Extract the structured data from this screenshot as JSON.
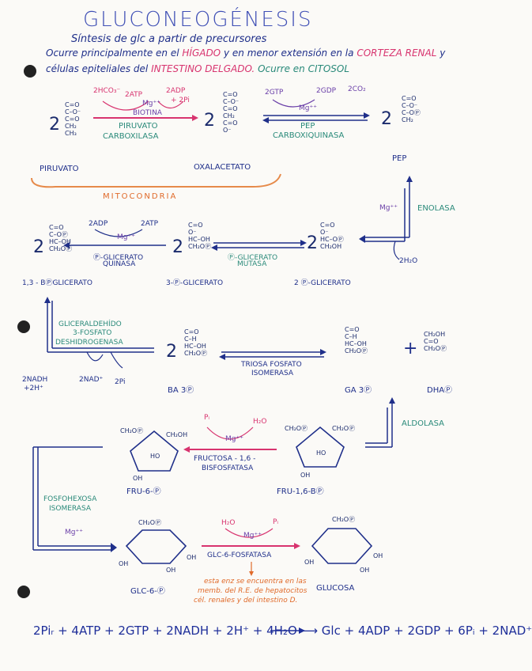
{
  "title": "GLUCONEOGÉNESIS",
  "subtitle": "Síntesis de glc a partir de precursores",
  "intro_line1_a": "Ocurre principalmente en el",
  "intro_line1_b": "HÍGADO",
  "intro_line1_c": "y en menor extensión en la",
  "intro_line1_d": "CORTEZA RENAL",
  "intro_line1_e": "y",
  "intro_line2_a": "células epiteliales del",
  "intro_line2_b": "INTESTINO DELGADO.",
  "intro_line2_c": "Ocurre en CITOSOL",
  "step1": {
    "top_left": "2HCO₃⁻",
    "atp": "2ATP",
    "adp": "2ADP",
    "pi": "+ 2Pi",
    "mg": "Mg⁺⁺",
    "cofactor": "BIOTINA",
    "enzyme1": "PIRUVATO",
    "enzyme2": "CARBOXILASA"
  },
  "step2": {
    "gtp": "2GTP",
    "gdp": "2GDP",
    "co2": "2CO₂",
    "mg": "Mg⁺⁺",
    "enzyme1": "PEP",
    "enzyme2": "CARBOXIQUINASA"
  },
  "labels": {
    "piruvato": "PIRUVATO",
    "oxalacetato": "OXALACETATO",
    "pep": "PEP",
    "mitocondria": "MITOCONDRIA",
    "coef": "2"
  },
  "enolasa": {
    "mg": "Mg⁺⁺",
    "enzyme": "ENOLASA",
    "h2o": "2H₂O"
  },
  "row2": {
    "adp": "2ADP",
    "atp": "2ATP",
    "mg": "Mg⁺⁺",
    "enzyme_a1": "Ⓟ-GLICERATO",
    "enzyme_a2": "QUINASA",
    "enzyme_b1": "Ⓟ-GLICERATO",
    "enzyme_b2": "MUTASA",
    "name1": "1,3 - BⓅGLICERATO",
    "name2": "3-Ⓟ-GLICERATO",
    "name3": "2 Ⓟ-GLICERATO"
  },
  "row3": {
    "enzyme1": "GLICERALDEHÍDO",
    "enzyme2": "3-FOSFATO",
    "enzyme3": "DESHIDROGENASA",
    "nadh": "2NADH",
    "h": "+2H⁺",
    "nad": "2NAD⁺",
    "pi": "2Pi",
    "tpi1": "TRIOSA FOSFATO",
    "tpi2": "ISOMERASA",
    "plus": "+",
    "name_ba3p": "BA 3Ⓟ",
    "name_ga3p": "GA 3Ⓟ",
    "name_dhap": "DHAⓅ"
  },
  "aldolasa": "ALDOLASA",
  "row4": {
    "pi": "Pᵢ",
    "h2o": "H₂O",
    "mg": "Mg⁺⁺",
    "enzyme1": "FRUCTOSA - 1,6 -",
    "enzyme2": "BISFOSFATASA",
    "name_f6p": "FRU-6-Ⓟ",
    "name_f16bp": "FRU-1,6-BⓅ",
    "ring_ch2op": "CH₂OⓅ",
    "ring_ch2oh": "CH₂OH",
    "ring_ho": "HO",
    "ring_oh": "OH"
  },
  "isomerasa": {
    "line1": "FOSFOHEXOSA",
    "line2": "ISOMERASA",
    "mg": "Mg⁺⁺"
  },
  "row5": {
    "h2o": "H₂O",
    "pi": "Pᵢ",
    "mg": "Mg⁺⁺",
    "enzyme": "GLC-6-FOSFATASA",
    "name_g6p": "GLC-6-Ⓟ",
    "name_glc": "GLUCOSA",
    "note1": "esta enz se encuentra en las",
    "note2": "memb. del R.E. de hepatocitos",
    "note3": "cél. renales y del intestino D.",
    "ring_ch2op": "CH₂OⓅ",
    "ring_oh": "OH"
  },
  "equation": "2Piᵣ + 4ATP + 2GTP + 2NADH + 2H⁺ + 4H₂O ⟶ Glc + 4ADP + 2GDP + 6Pᵢ + 2NAD⁺",
  "mol": {
    "c_o": "C=O",
    "c_o_minus": "C–O⁻",
    "c_o_p": "C–OⓅ",
    "c_eq_o": "C=O",
    "ch3": "CH₃",
    "ch2": "CH₂",
    "c_o_top": "C=O",
    "o_minus": "O⁻",
    "hc_oh": "HC–OH",
    "hc_op": "HC–OⓅ",
    "ch2op": "CH₂OⓅ",
    "ch2oh": "CH₂OH",
    "c_h": "C–H",
    "c2": "CH₂"
  }
}
